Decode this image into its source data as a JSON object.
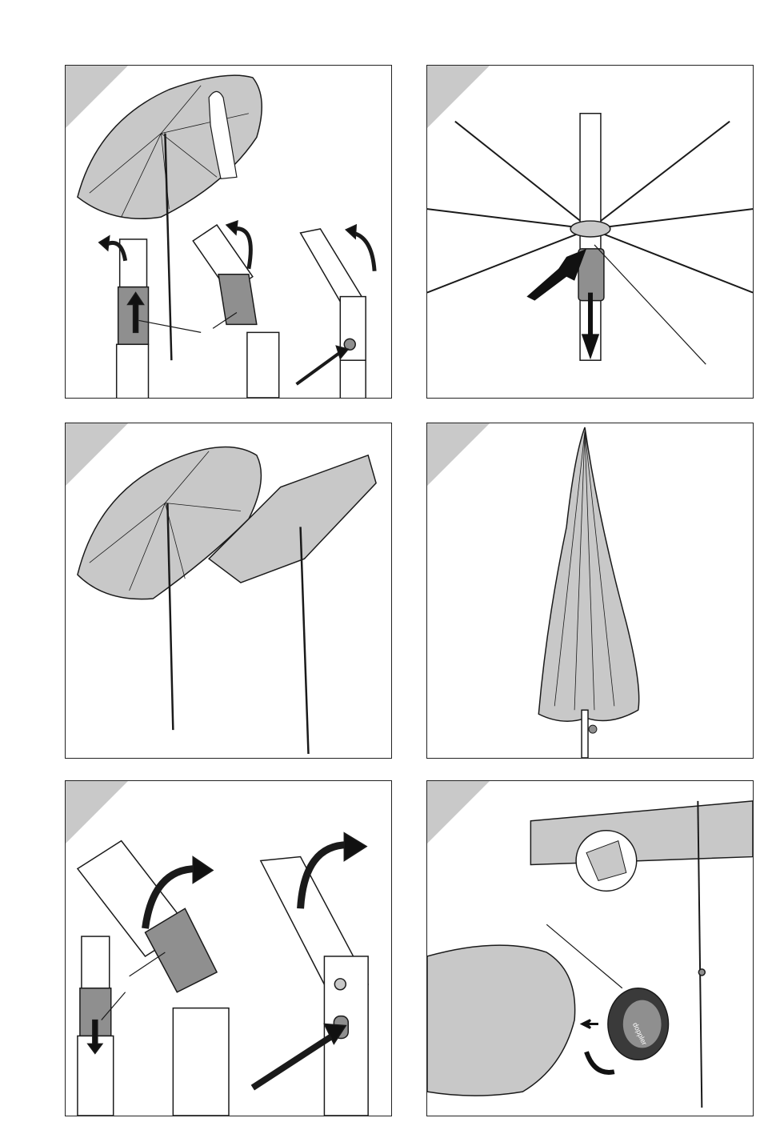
{
  "document": {
    "type": "assembly-instructions",
    "panels": [
      {
        "id": "p1",
        "icon": "tilt-umbrella-icon"
      },
      {
        "id": "p2",
        "icon": "close-runner-icon"
      },
      {
        "id": "p3",
        "icon": "umbrella-shapes-icon"
      },
      {
        "id": "p4",
        "icon": "closed-umbrella-icon"
      },
      {
        "id": "p5",
        "icon": "tilt-joint-detail-icon"
      },
      {
        "id": "p6",
        "icon": "cover-cap-icon"
      }
    ],
    "brand_mark": "doppler"
  },
  "colors": {
    "canopy": "#c8c8c8",
    "pole": "#ffffff",
    "sleeve": "#8f8f8f",
    "stroke": "#1a1a1a",
    "corner": "#c9c9c9"
  }
}
